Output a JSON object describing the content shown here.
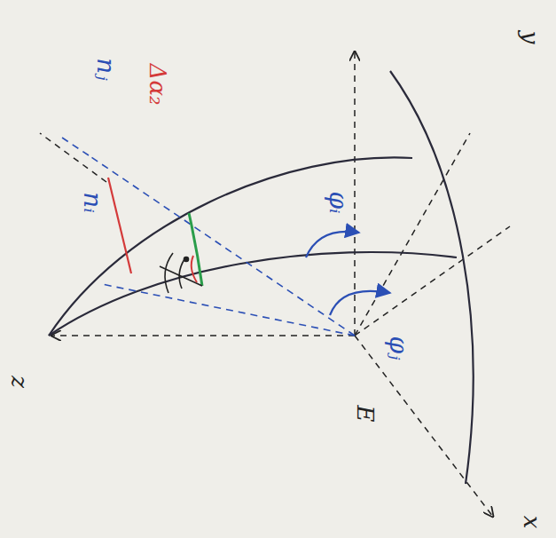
{
  "diagram": {
    "labels": [
      "z",
      "E",
      "y",
      "x",
      "nⱼ",
      "nᵢ",
      "Δα₂",
      "φᵢ",
      "φⱼ"
    ]
  }
}
